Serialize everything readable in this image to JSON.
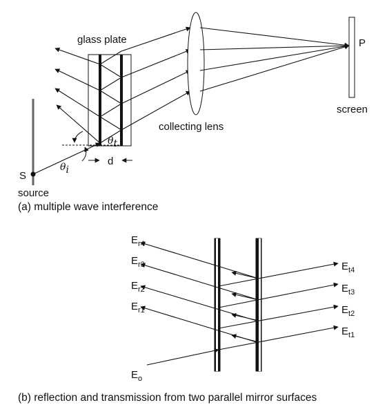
{
  "part_a": {
    "glass_plate_label": "glass plate",
    "collecting_lens_label": "collecting lens",
    "screen_label": "screen",
    "point_label": "P",
    "source_point_label": "S",
    "source_label": "source",
    "theta_i_symbol": "θ",
    "theta_i_sub": "i",
    "theta_t_symbol": "θ",
    "theta_t_sub": "t",
    "thickness_label": "d",
    "caption": "(a) multiple wave interference"
  },
  "part_b": {
    "incident_symbol": "E",
    "incident_sub": "o",
    "reflected": [
      {
        "symbol": "E",
        "sub": "r4"
      },
      {
        "symbol": "E",
        "sub": "r3"
      },
      {
        "symbol": "E",
        "sub": "r2"
      },
      {
        "symbol": "E",
        "sub": "r1"
      }
    ],
    "transmitted": [
      {
        "symbol": "E",
        "sub": "t4"
      },
      {
        "symbol": "E",
        "sub": "t3"
      },
      {
        "symbol": "E",
        "sub": "t2"
      },
      {
        "symbol": "E",
        "sub": "t1"
      }
    ],
    "caption": "(b) reflection and transmission from two parallel mirror surfaces"
  }
}
